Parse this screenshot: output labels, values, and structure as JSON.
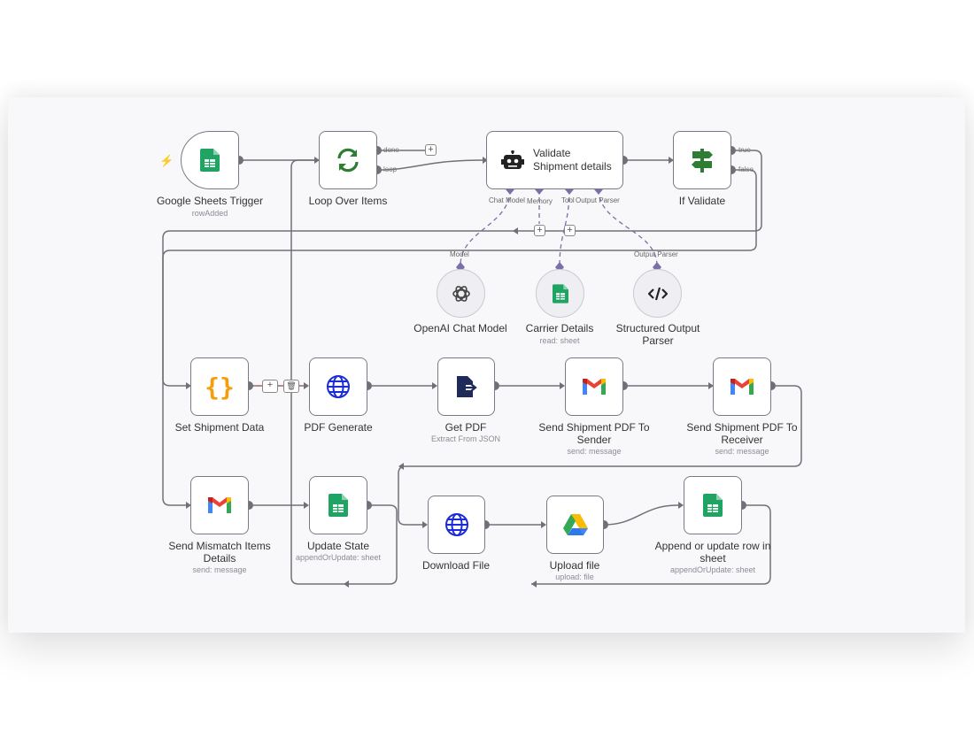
{
  "nodes": {
    "gsheets_trigger": {
      "label": "Google Sheets Trigger",
      "sub": "rowAdded"
    },
    "loop": {
      "label": "Loop Over Items",
      "out_done": "done",
      "out_loop": "loop"
    },
    "agent": {
      "title_line1": "Validate",
      "title_line2": "Shipment details",
      "port_chat_model": "Chat Model",
      "port_memory": "Memory",
      "port_tool": "Tool",
      "port_output_parser": "Output Parser"
    },
    "if_validate": {
      "label": "If Validate",
      "out_true": "true",
      "out_false": "false"
    },
    "openai": {
      "label": "OpenAI Chat Model",
      "port": "Model"
    },
    "carrier": {
      "label": "Carrier Details",
      "sub": "read: sheet"
    },
    "parser": {
      "label": "Structured Output Parser",
      "port": "Output Parser"
    },
    "set_data": {
      "label": "Set Shipment Data"
    },
    "pdf_generate": {
      "label": "PDF Generate"
    },
    "get_pdf": {
      "label": "Get PDF",
      "sub": "Extract From JSON"
    },
    "send_sender": {
      "label": "Send Shipment PDF To Sender",
      "sub": "send: message"
    },
    "send_receiver": {
      "label": "Send Shipment PDF To Receiver",
      "sub": "send: message"
    },
    "mismatch": {
      "label": "Send Mismatch Items Details",
      "sub": "send: message"
    },
    "update_state": {
      "label": "Update State",
      "sub": "appendOrUpdate: sheet"
    },
    "download": {
      "label": "Download File"
    },
    "upload": {
      "label": "Upload file",
      "sub": "upload: file"
    },
    "append_row": {
      "label": "Append or update row in sheet",
      "sub": "appendOrUpdate: sheet"
    }
  },
  "icons": {
    "sheets": "google-sheets-icon",
    "loop": "refresh-arrows-icon",
    "agent": "robot-icon",
    "if": "signpost-icon",
    "openai": "openai-logo-icon",
    "parser": "code-brackets-icon",
    "set": "curly-braces-icon",
    "http": "globe-icon",
    "extract": "file-export-icon",
    "gmail": "gmail-icon",
    "drive": "google-drive-icon"
  },
  "colors": {
    "sheets_green": "#1fa463",
    "loop_green": "#2e7d32",
    "gmail_red": "#ea4335",
    "drive_blue": "#4285f4",
    "http_blue": "#1a2bd8",
    "set_orange": "#f59e0b",
    "ai_port_purple": "#7b6fa8",
    "edge_gray": "#707078"
  }
}
